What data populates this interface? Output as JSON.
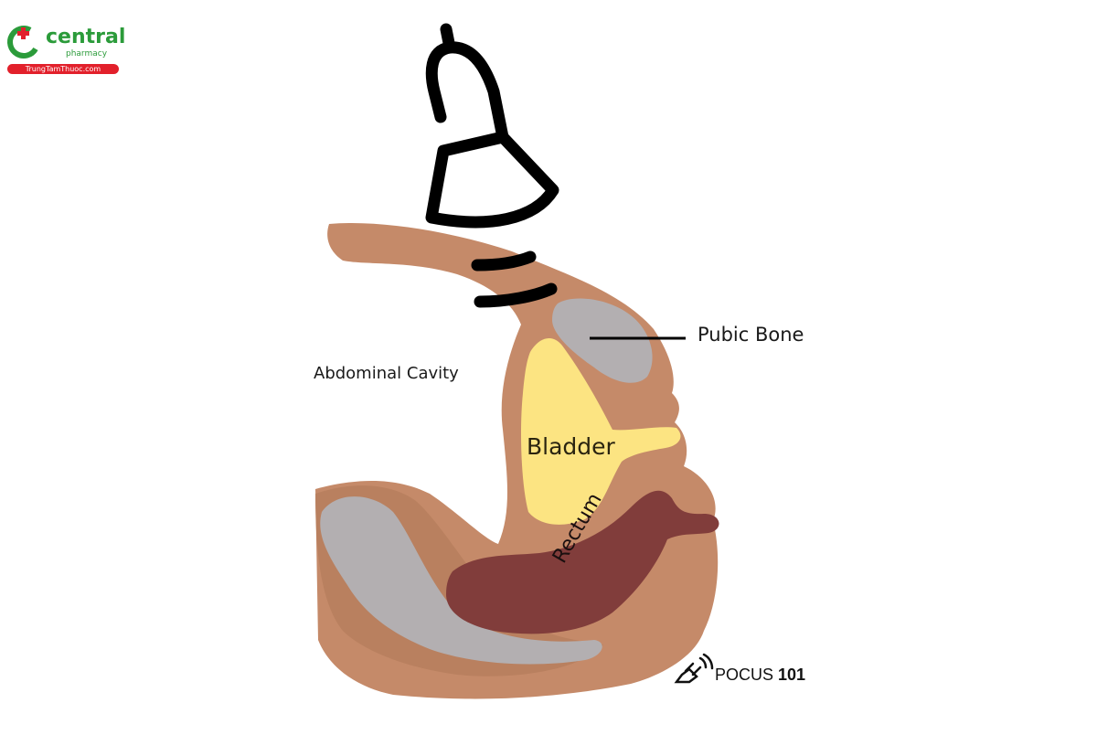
{
  "labels": {
    "abdominal_cavity": "Abdominal Cavity",
    "pubic_bone": "Pubic Bone",
    "bladder": "Bladder",
    "rectum": "Rectum"
  },
  "logo": {
    "name": "central",
    "sub": "pharmacy",
    "tagline": "TrungTamThuoc.com"
  },
  "watermark": {
    "word": "POCUS",
    "number": "101"
  },
  "colors": {
    "tissue": "#c58a69",
    "bone": "#b3afb1",
    "bladder": "#fce482",
    "rectum": "#813d3b",
    "probe": "#000000",
    "brand_green": "#2b9b3a",
    "brand_red": "#e2202b"
  },
  "icons": [
    "ultrasound-probe-icon",
    "logo-icon",
    "pocus-probe-icon"
  ]
}
